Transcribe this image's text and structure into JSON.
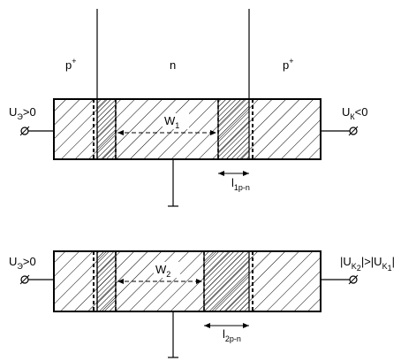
{
  "regions": {
    "left": "p",
    "middle": "n",
    "right": "p",
    "plus": "+"
  },
  "top_diagram": {
    "emitter_voltage": {
      "main": "U",
      "sub": "Э",
      "rel": ">0"
    },
    "collector_voltage": {
      "main": "U",
      "sub": "К",
      "rel": "<0"
    },
    "width": {
      "main": "W",
      "sub": "1"
    },
    "length": {
      "main": "l",
      "sub": "1p-n"
    }
  },
  "bottom_diagram": {
    "emitter_voltage": {
      "main": "U",
      "sub": "Э",
      "rel": ">0"
    },
    "collector_voltage": {
      "bar": "|",
      "main": "U",
      "sub": "K",
      "sub2a": "2",
      "mid": "|>|",
      "sub2b": "1",
      "end": "|"
    },
    "width": {
      "main": "W",
      "sub": "2"
    },
    "length": {
      "main": "l",
      "sub": "2p-n"
    }
  }
}
